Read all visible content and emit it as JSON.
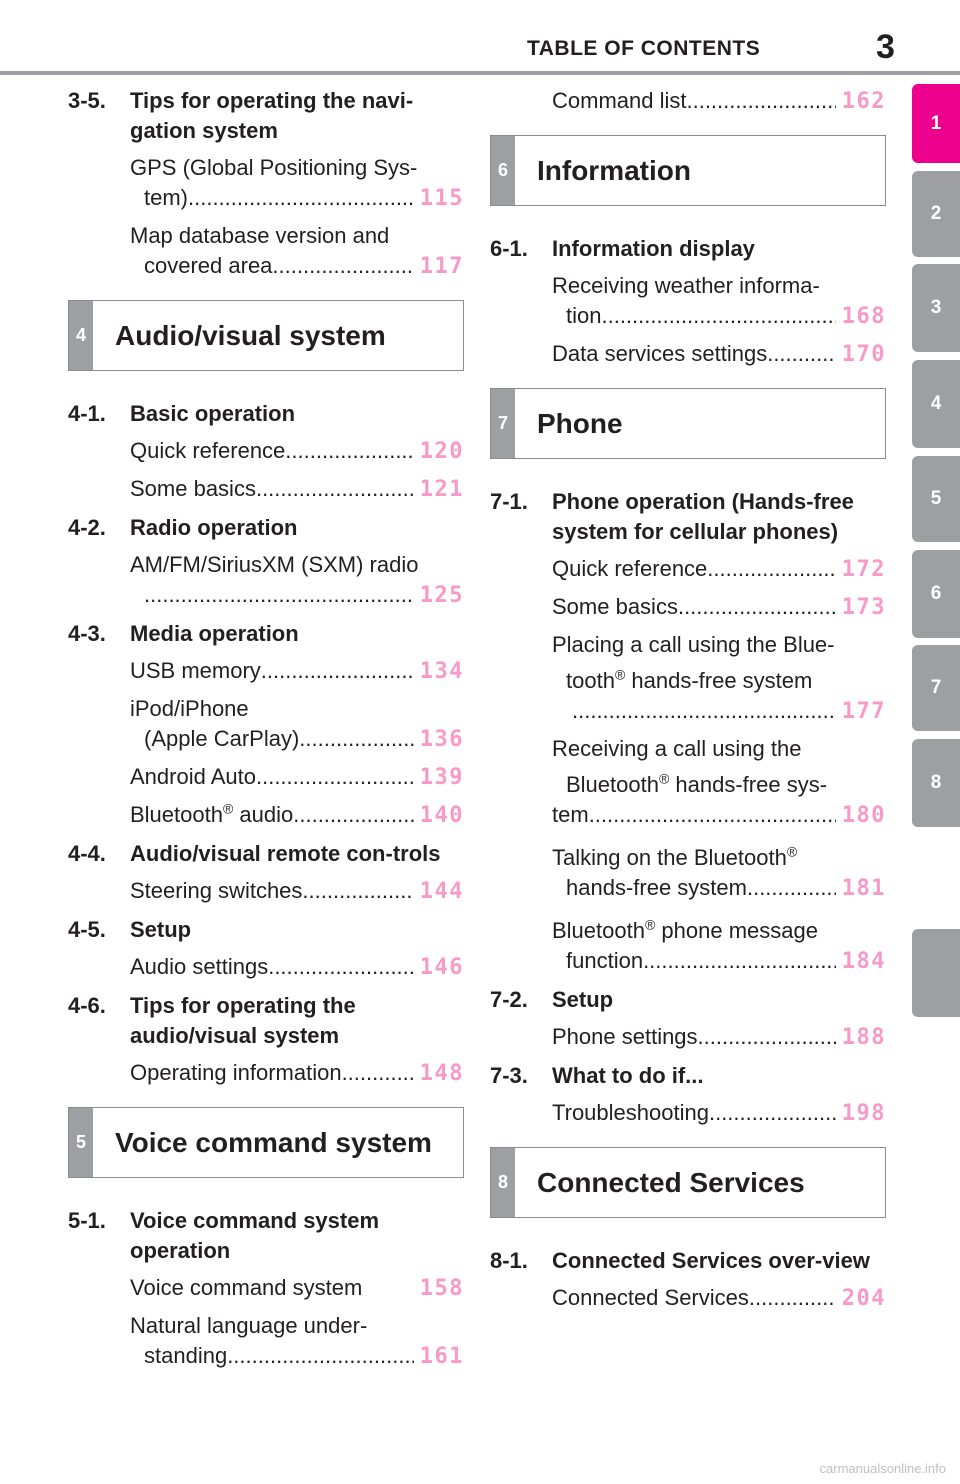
{
  "header": {
    "title": "TABLE OF CONTENTS",
    "page_number": "3"
  },
  "tabs": [
    "1",
    "2",
    "3",
    "4",
    "5",
    "6",
    "7",
    "8",
    ""
  ],
  "left": {
    "sec_3_5": {
      "num": "3-5.",
      "title": "Tips for operating the navi-gation system"
    },
    "e_gps": {
      "l1": "GPS (Global Positioning Sys-",
      "l2": "tem)",
      "page": "115"
    },
    "e_map": {
      "l1": "Map database version and",
      "l2": "covered area",
      "page": "117"
    },
    "box4": {
      "num": "4",
      "title": "Audio/visual system"
    },
    "sec_4_1": {
      "num": "4-1.",
      "title": "Basic operation"
    },
    "e_qr": {
      "text": "Quick reference",
      "page": "120"
    },
    "e_sb": {
      "text": "Some basics",
      "page": "121"
    },
    "sec_4_2": {
      "num": "4-2.",
      "title": "Radio operation"
    },
    "e_radio": {
      "l1": "AM/FM/SiriusXM (SXM) radio",
      "page": "125"
    },
    "sec_4_3": {
      "num": "4-3.",
      "title": "Media operation"
    },
    "e_usb": {
      "text": "USB memory",
      "page": "134"
    },
    "e_ipod": {
      "l1": "iPod/iPhone",
      "l2": "(Apple CarPlay)",
      "page": "136"
    },
    "e_android": {
      "text": "Android Auto",
      "page": "139"
    },
    "e_bt": {
      "pre": "Bluetooth",
      "sup": "®",
      "post": " audio",
      "page": "140"
    },
    "sec_4_4": {
      "num": "4-4.",
      "title": "Audio/visual remote con-trols"
    },
    "e_steer": {
      "text": "Steering switches",
      "page": "144"
    },
    "sec_4_5": {
      "num": "4-5.",
      "title": "Setup"
    },
    "e_audioset": {
      "text": "Audio settings",
      "page": "146"
    },
    "sec_4_6": {
      "num": "4-6.",
      "title": "Tips for operating the audio/visual system"
    },
    "e_opinfo": {
      "text": "Operating information ",
      "page": "148"
    },
    "box5": {
      "num": "5",
      "title": "Voice command system"
    },
    "sec_5_1": {
      "num": "5-1.",
      "title": "Voice command system operation"
    },
    "e_vcs": {
      "text": "Voice command system",
      "page": "158"
    },
    "e_nlu": {
      "l1": "Natural language under-",
      "l2": "standing",
      "page": "161"
    }
  },
  "right": {
    "e_cmd": {
      "text": "Command list",
      "page": "162"
    },
    "box6": {
      "num": "6",
      "title": "Information"
    },
    "sec_6_1": {
      "num": "6-1.",
      "title": "Information display"
    },
    "e_weather": {
      "l1": "Receiving weather informa-",
      "l2": "tion",
      "page": "168"
    },
    "e_data": {
      "text": "Data services settings ",
      "page": "170"
    },
    "box7": {
      "num": "7",
      "title": "Phone"
    },
    "sec_7_1": {
      "num": "7-1.",
      "title": "Phone operation (Hands-free system for cellular phones)"
    },
    "e_qr": {
      "text": "Quick reference",
      "page": "172"
    },
    "e_sb": {
      "text": "Some basics",
      "page": "173"
    },
    "e_placing": {
      "l1": "Placing a call using the Blue-",
      "l2a": "tooth",
      "sup": "®",
      "l2b": " hands-free system",
      "page": "177"
    },
    "e_receiving": {
      "l1": "Receiving a call using the",
      "l2a": "Bluetooth",
      "sup": "®",
      "l2b": " hands-free sys-",
      "l3": "tem",
      "page": "180"
    },
    "e_talking": {
      "l1a": "Talking on the Bluetooth",
      "sup": "®",
      "l2": "hands-free system",
      "page": "181"
    },
    "e_msg": {
      "l1a": "Bluetooth",
      "sup": "®",
      "l1b": " phone message",
      "l2": "function",
      "page": "184"
    },
    "sec_7_2": {
      "num": "7-2.",
      "title": "Setup"
    },
    "e_phoneset": {
      "text": "Phone settings",
      "page": "188"
    },
    "sec_7_3": {
      "num": "7-3.",
      "title": "What to do if..."
    },
    "e_trouble": {
      "text": "Troubleshooting",
      "page": "198"
    },
    "box8": {
      "num": "8",
      "title": "Connected Services"
    },
    "sec_8_1": {
      "num": "8-1.",
      "title": "Connected Services over-view"
    },
    "e_cs": {
      "text": "Connected Services ",
      "page": "204"
    }
  },
  "footer": {
    "watermark": "carmanualsonline.info"
  },
  "colors": {
    "accent_pink": "#ec008c",
    "page_number_pink": "#f79ac8",
    "tab_gray": "#9d9fa2"
  }
}
